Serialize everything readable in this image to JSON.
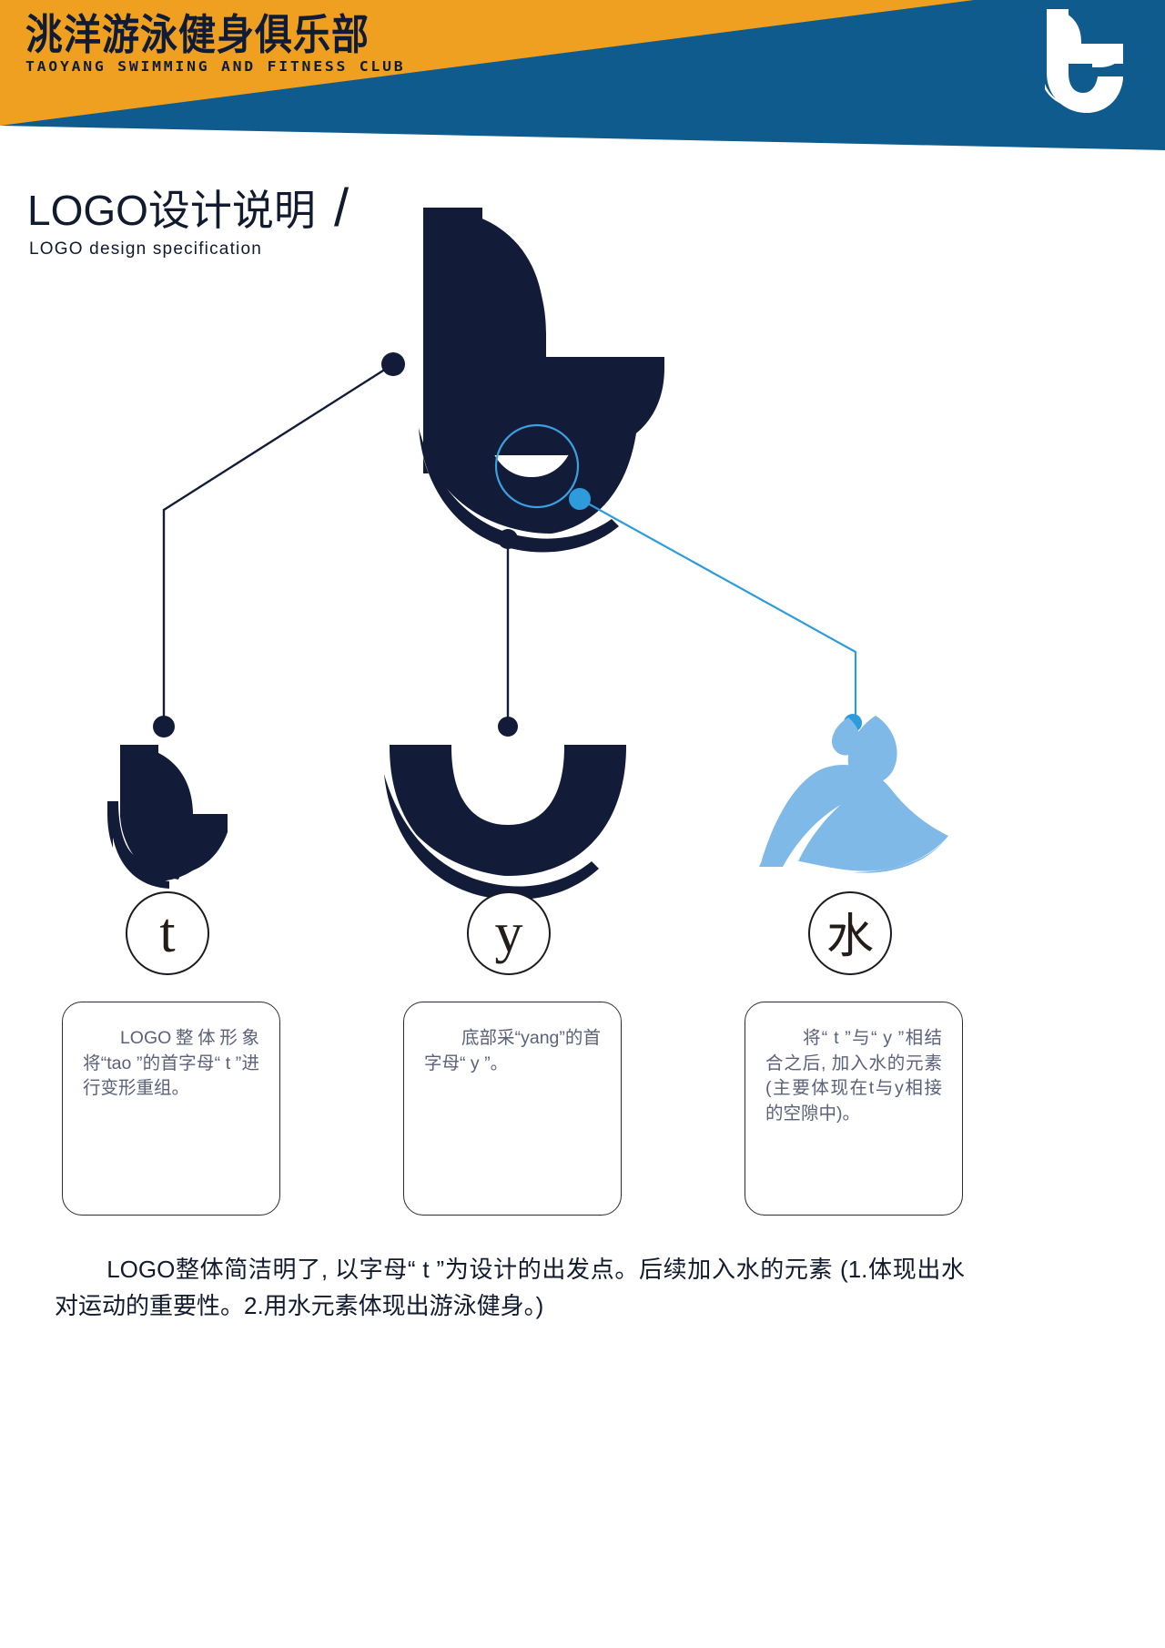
{
  "header": {
    "brand_cn": "洮洋游泳健身俱乐部",
    "brand_en": "TAOYANG SWIMMING AND FITNESS CLUB",
    "orange": "#F0A020",
    "blue": "#0F5B8E",
    "navy": "#101C36",
    "corner_logo_name": "t-monogram-white"
  },
  "title": {
    "cn": "LOGO设计说明",
    "slash": "/",
    "en": "LOGO  design  specification"
  },
  "logo": {
    "main_mark_name": "taoyang-t-monogram",
    "navy": "#121C38",
    "accent_blue": "#3BA0E0",
    "light_blue": "#7FB9E8"
  },
  "elements": [
    {
      "id": "t",
      "shape_name": "letter-t-mark",
      "circle_label": "t",
      "note": "LOGO整体形象将“tao ”的首字母“ t ”进行变形重组。"
    },
    {
      "id": "y",
      "shape_name": "letter-y-bowl-mark",
      "circle_label": "y",
      "note": "底部采“yang”的首字母“ y ”。"
    },
    {
      "id": "water",
      "shape_name": "water-splash-mark",
      "circle_label": "水",
      "note": "将“ t ”与“ y ”相结合之后, 加入水的元素 (主要体现在t与y相接的空隙中)。"
    }
  ],
  "summary": "LOGO整体简洁明了, 以字母“ t ”为设计的出发点。后续加入水的元素 (1.体现出水对运动的重要性。2.用水元素体现出游泳健身。)"
}
